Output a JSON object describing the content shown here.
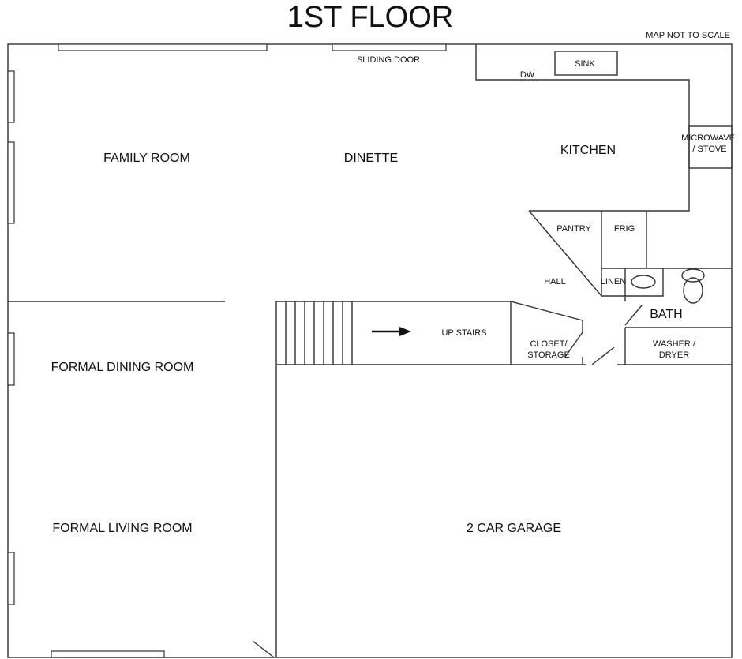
{
  "title": "1ST FLOOR",
  "note": "MAP NOT TO SCALE",
  "rooms": {
    "family_room": "FAMILY ROOM",
    "dinette": "DINETTE",
    "kitchen": "KITCHEN",
    "formal_dining": "FORMAL DINING ROOM",
    "formal_living": "FORMAL LIVING ROOM",
    "garage": "2 CAR GARAGE",
    "bath": "BATH",
    "hall": "HALL"
  },
  "fixtures": {
    "sliding_door": "SLIDING DOOR",
    "sink": "SINK",
    "dw": "DW",
    "microwave_1": "MICROWAVE",
    "microwave_2": "/ STOVE",
    "pantry": "PANTRY",
    "frig": "FRIG",
    "linen": "LINEN",
    "stairs": "UP STAIRS",
    "closet_1": "CLOSET/",
    "closet_2": "STORAGE",
    "washer_1": "WASHER /",
    "washer_2": "DRYER"
  }
}
